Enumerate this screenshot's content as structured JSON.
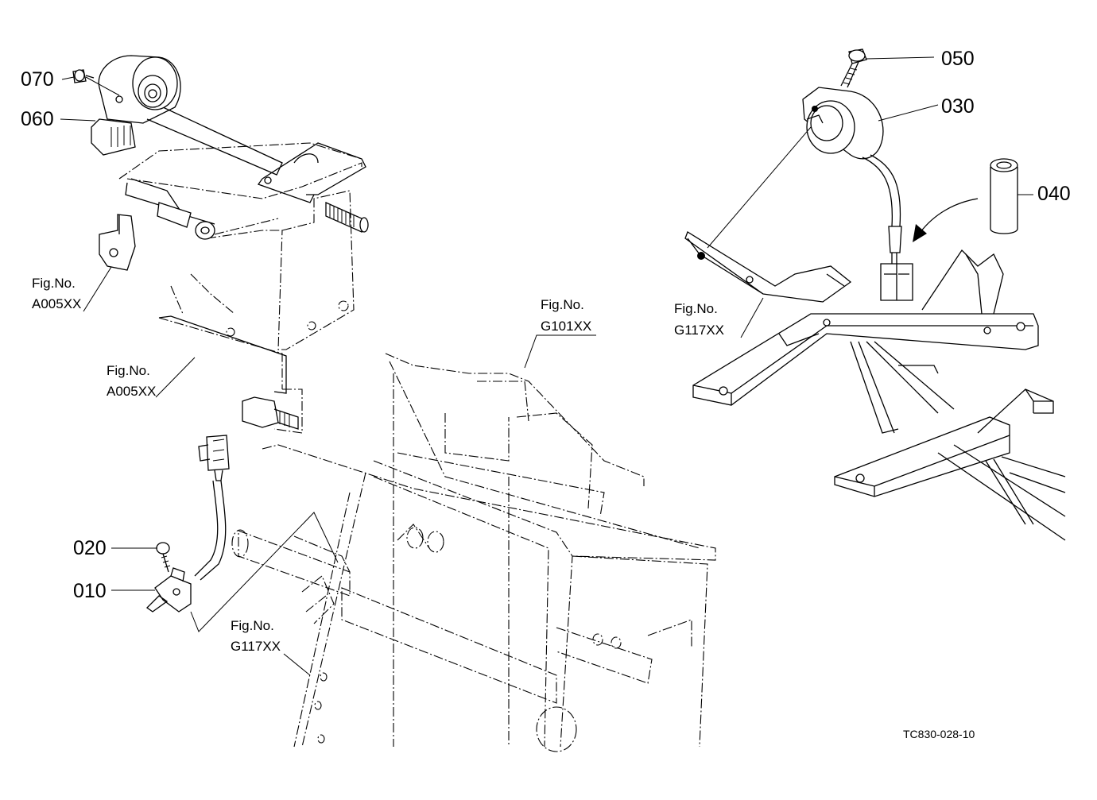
{
  "diagram": {
    "drawing_code": "TC830-028-10",
    "part_numbers": [
      {
        "id": "p070",
        "label": "070"
      },
      {
        "id": "p060",
        "label": "060"
      },
      {
        "id": "p050",
        "label": "050"
      },
      {
        "id": "p030",
        "label": "030"
      },
      {
        "id": "p040",
        "label": "040"
      },
      {
        "id": "p020",
        "label": "020"
      },
      {
        "id": "p010",
        "label": "010"
      }
    ],
    "figure_refs": [
      {
        "id": "ref_a005_1",
        "line1": "Fig.No.",
        "line2": "A005XX"
      },
      {
        "id": "ref_a005_2",
        "line1": "Fig.No.",
        "line2": "A005XX"
      },
      {
        "id": "ref_g101",
        "line1": "Fig.No.",
        "line2": "G101XX"
      },
      {
        "id": "ref_g117_right",
        "line1": "Fig.No.",
        "line2": "G117XX"
      },
      {
        "id": "ref_g117_bottom",
        "line1": "Fig.No.",
        "line2": "G117XX"
      }
    ]
  }
}
